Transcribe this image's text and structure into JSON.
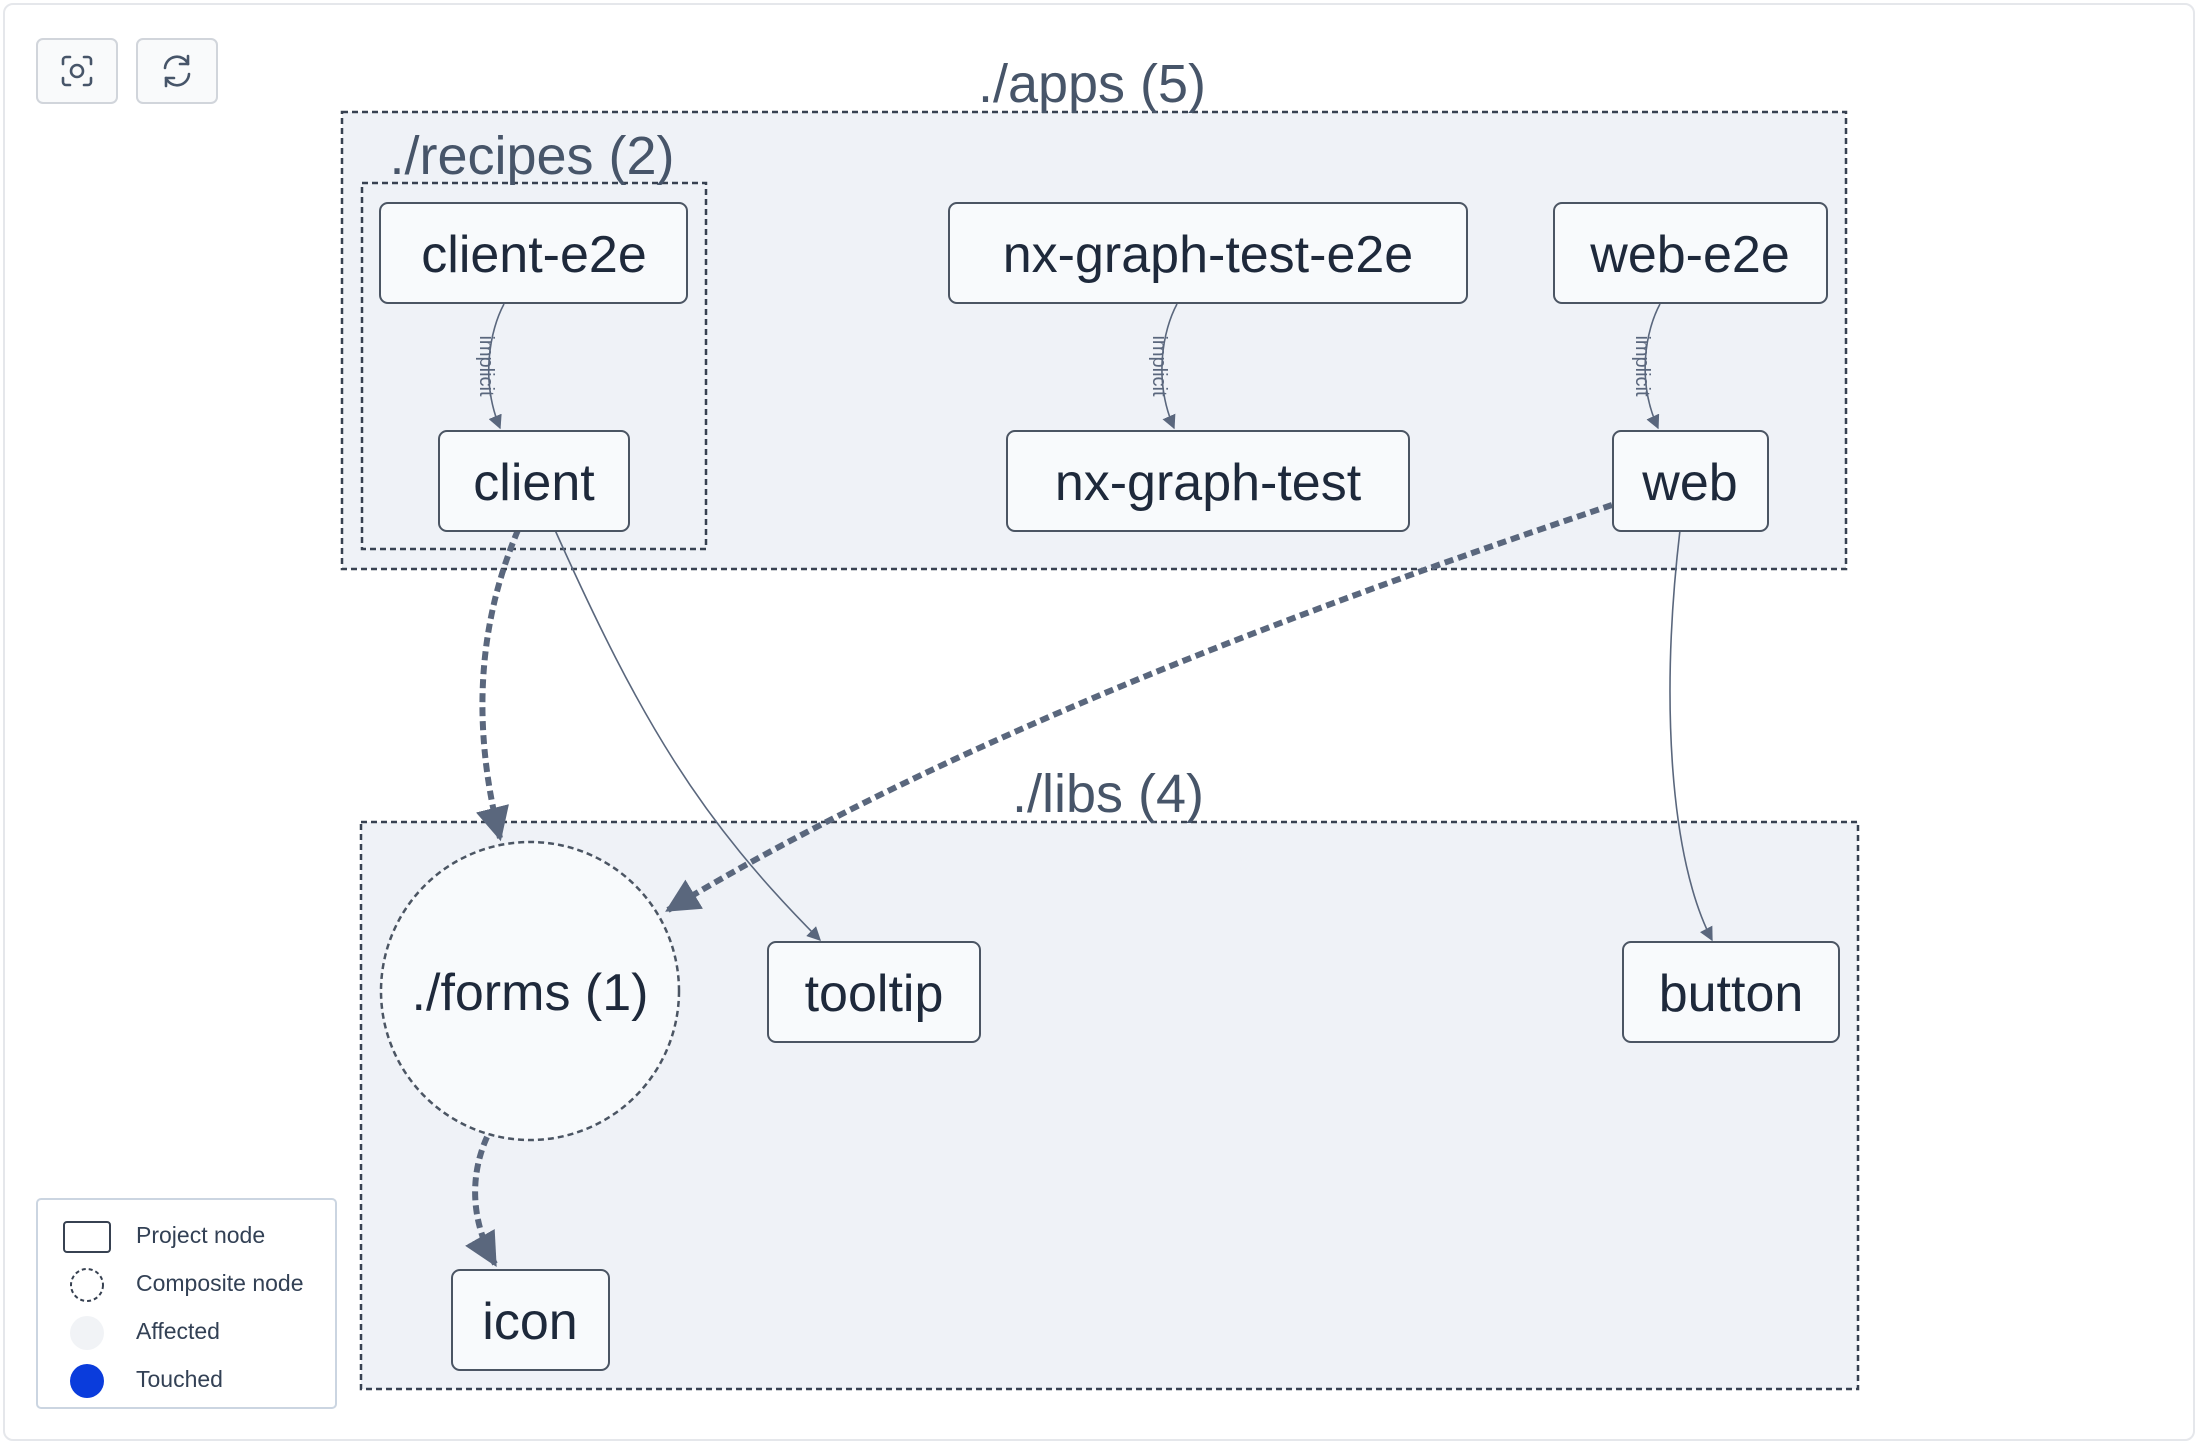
{
  "toolbar": {
    "focus_icon": "focus-icon",
    "refresh_icon": "refresh-icon"
  },
  "groups": {
    "apps": "./apps (5)",
    "recipes": "./recipes (2)",
    "libs": "./libs (4)"
  },
  "nodes": {
    "client_e2e": "client-e2e",
    "client": "client",
    "nx_graph_test_e2e": "nx-graph-test-e2e",
    "nx_graph_test": "nx-graph-test",
    "web_e2e": "web-e2e",
    "web": "web",
    "forms": "./forms (1)",
    "tooltip": "tooltip",
    "button": "button",
    "icon": "icon"
  },
  "edges": {
    "implicit_label": "implicit"
  },
  "legend": {
    "project_node": "Project node",
    "composite_node": "Composite node",
    "affected": "Affected",
    "touched": "Touched"
  },
  "colors": {
    "group_fill": "#eff2f7",
    "group_stroke": "#374151",
    "node_fill": "#f8fafc",
    "node_stroke": "#4b5563",
    "node_text": "#1e293b",
    "group_text": "#475569",
    "edge": "#5a677d",
    "touched": "#0a3cdc",
    "affected": "#f1f3f6"
  }
}
